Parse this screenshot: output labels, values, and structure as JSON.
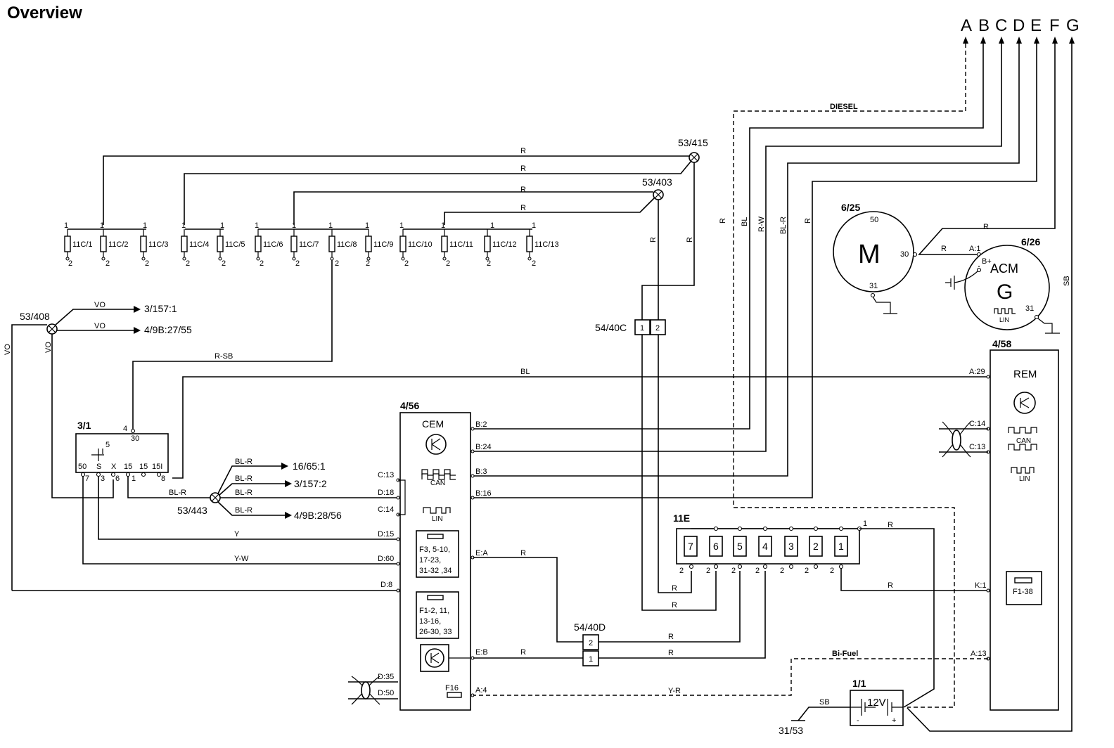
{
  "title": "Overview",
  "outputs": [
    "A",
    "B",
    "C",
    "D",
    "E",
    "F",
    "G"
  ],
  "wire_labels": {
    "diesel": "DIESEL",
    "bifuel": "Bi-Fuel",
    "R": "R",
    "BL": "BL",
    "RW": "R-W",
    "BLR": "BL-R",
    "SB": "SB",
    "VO": "VO",
    "RSB": "R-SB",
    "Y": "Y",
    "YW": "Y-W",
    "YR": "Y-R"
  },
  "splices": {
    "s53_415": "53/415",
    "s53_403": "53/403",
    "s53_408": "53/408",
    "s53_443": "53/443"
  },
  "coils": [
    {
      "id": "11C/1",
      "top": "1",
      "bot": "2"
    },
    {
      "id": "11C/2",
      "top": "1",
      "bot": "2"
    },
    {
      "id": "11C/3",
      "top": "1",
      "bot": "2"
    },
    {
      "id": "11C/4",
      "top": "1",
      "bot": "2"
    },
    {
      "id": "11C/5",
      "top": "1",
      "bot": "2"
    },
    {
      "id": "11C/6",
      "top": "1",
      "bot": "2"
    },
    {
      "id": "11C/7",
      "top": "1",
      "bot": "2"
    },
    {
      "id": "11C/8",
      "top": "1",
      "bot": "2"
    },
    {
      "id": "11C/9",
      "top": "1",
      "bot": "2"
    },
    {
      "id": "11C/10",
      "top": "1",
      "bot": "2"
    },
    {
      "id": "11C/11",
      "top": "1",
      "bot": "2"
    },
    {
      "id": "11C/12",
      "top": "1",
      "bot": "2"
    },
    {
      "id": "11C/13",
      "top": "1",
      "bot": "2"
    }
  ],
  "refs": {
    "r1": "3/157:1",
    "r2": "4/9B:27/55",
    "r3": "16/65:1",
    "r4": "3/157:2",
    "r5": "4/9B:28/56"
  },
  "conn_40c": {
    "id": "54/40C",
    "p1": "1",
    "p2": "2"
  },
  "conn_40d": {
    "id": "54/40D",
    "p1": "2",
    "p2": "1"
  },
  "motor": {
    "id": "6/25",
    "letter": "M",
    "t50": "50",
    "t30": "30",
    "t31": "31"
  },
  "alternator": {
    "id": "6/26",
    "name": "ACM",
    "letter": "G",
    "bplus": "B+",
    "t31": "31",
    "lin": "LIN",
    "pin": "A:1"
  },
  "rem": {
    "id": "4/58",
    "name": "REM",
    "pins": [
      "A:29",
      "C:14",
      "C:13",
      "K:1",
      "A:13"
    ],
    "fuse": "F1-38",
    "can": "CAN",
    "lin": "LIN"
  },
  "cem": {
    "id": "4/56",
    "name": "CEM",
    "can": "CAN",
    "lin": "LIN",
    "right_pins": [
      "B:2",
      "B:24",
      "B:3",
      "B:16",
      "E:A",
      "E:B",
      "A:4"
    ],
    "left_pins": [
      "C:13",
      "D:18",
      "C:14",
      "D:15",
      "D:60",
      "D:8",
      "D:35",
      "D:50"
    ],
    "fuse1": [
      "F3, 5-10,",
      "17-23,",
      "31-32 ,34"
    ],
    "fuse2": [
      "F1-2, 11,",
      "13-16,",
      "26-30, 33"
    ],
    "f16": "F16"
  },
  "ignition": {
    "id": "3/1",
    "t30": "30",
    "pin4": "4",
    "t5": "5",
    "terms": [
      "50",
      "S",
      "X",
      "15",
      "15",
      "15I"
    ],
    "pins": [
      "7",
      "3",
      "6",
      "1",
      "8"
    ]
  },
  "plugs": {
    "id": "11E",
    "num": [
      "7",
      "6",
      "5",
      "4",
      "3",
      "2",
      "1"
    ],
    "p1": "1",
    "p2": "2"
  },
  "battery": {
    "id": "1/1",
    "v": "12V",
    "minus": "-",
    "plus": "+"
  },
  "ground": "31/53"
}
